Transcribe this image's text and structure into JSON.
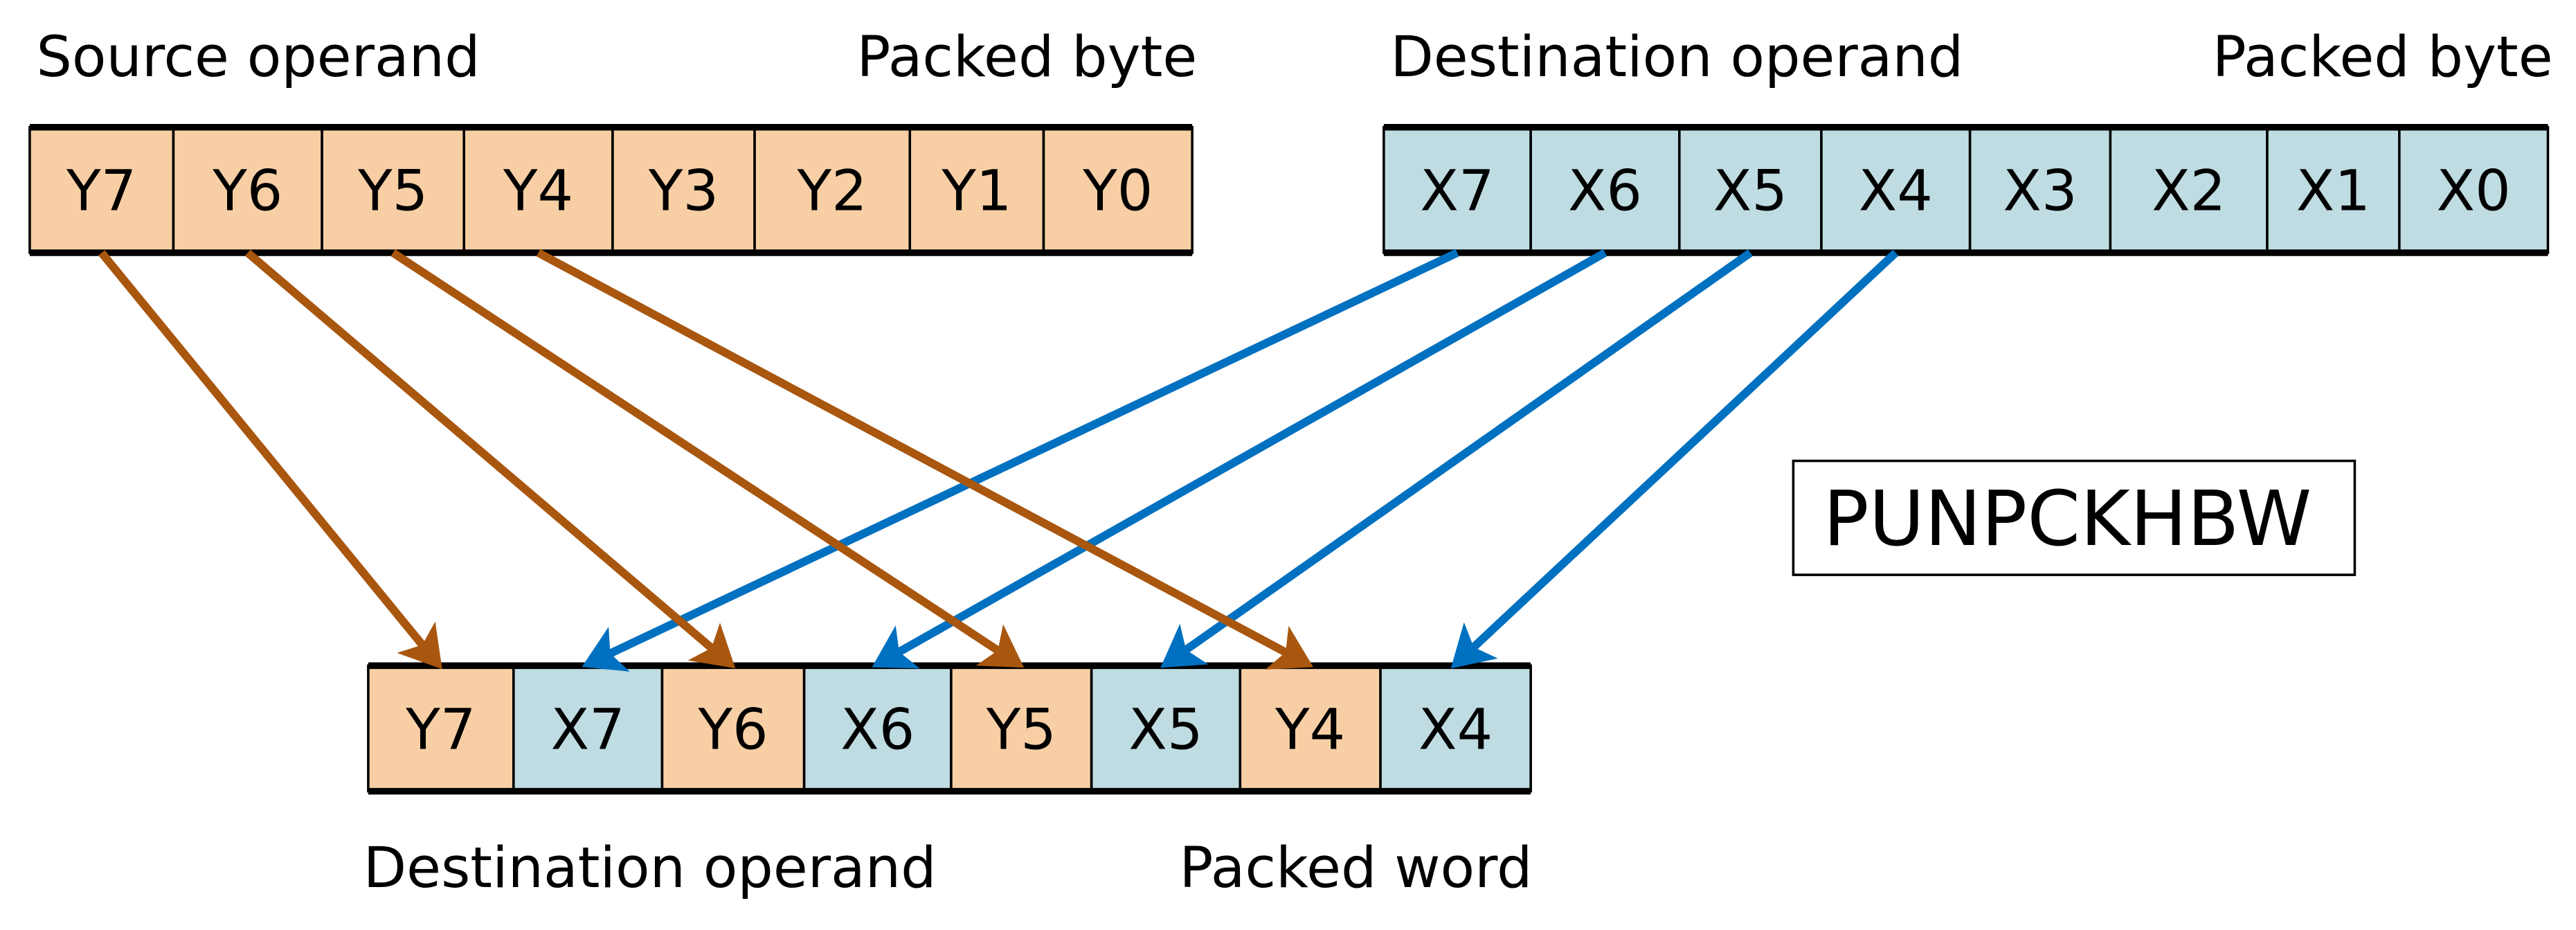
{
  "colors": {
    "source_fill": "#F8CFA5",
    "dest_fill": "#BFDCE2",
    "source_arrow": "#A9560E",
    "dest_arrow": "#0070C0",
    "border": "#000000"
  },
  "source": {
    "label": "Source operand",
    "type_label": "Packed byte",
    "cells": [
      "Y7",
      "Y6",
      "Y5",
      "Y4",
      "Y3",
      "Y2",
      "Y1",
      "Y0"
    ]
  },
  "destination": {
    "label": "Destination operand",
    "type_label": "Packed byte",
    "cells": [
      "X7",
      "X6",
      "X5",
      "X4",
      "X3",
      "X2",
      "X1",
      "X0"
    ]
  },
  "result": {
    "label": "Destination operand",
    "type_label": "Packed word",
    "cells": [
      {
        "text": "Y7",
        "from": "source",
        "index": 0
      },
      {
        "text": "X7",
        "from": "destination",
        "index": 0
      },
      {
        "text": "Y6",
        "from": "source",
        "index": 1
      },
      {
        "text": "X6",
        "from": "destination",
        "index": 1
      },
      {
        "text": "Y5",
        "from": "source",
        "index": 2
      },
      {
        "text": "X5",
        "from": "destination",
        "index": 2
      },
      {
        "text": "Y4",
        "from": "source",
        "index": 3
      },
      {
        "text": "X4",
        "from": "destination",
        "index": 3
      }
    ]
  },
  "instruction": {
    "mnemonic": "PUNPCKHBW"
  }
}
